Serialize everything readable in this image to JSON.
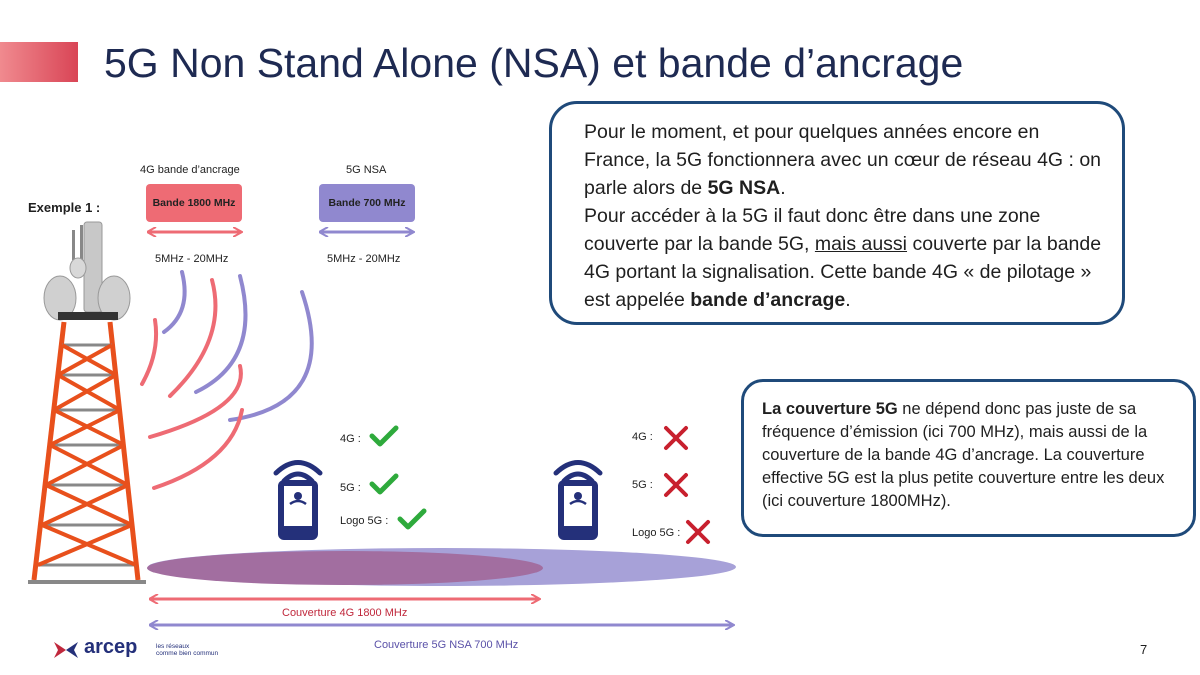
{
  "slide": {
    "title": "5G Non Stand Alone (NSA) et bande d’ancrage",
    "page_number": "7"
  },
  "info_box": {
    "p1": "Pour le moment, et pour quelques années encore en France, la 5G fonctionnera avec un cœur de réseau 4G : on parle alors de ",
    "p1_bold": "5G NSA",
    "p1_end": ".",
    "p2": "Pour accéder à la 5G il faut donc être dans une zone couverte par la bande 5G, ",
    "p2_underline": "mais aussi",
    "p2_mid": " couverte par la bande 4G portant la signalisation. Cette bande 4G « de pilotage » est appelée ",
    "p2_bold": "bande d’ancrage",
    "p2_end": "."
  },
  "coverage_box": {
    "bold": "La couverture 5G",
    "text": " ne dépend donc pas juste de sa fréquence d’émission (ici 700 MHz), mais aussi de la couverture de la bande 4G d’ancrage. La couverture effective 5G est la plus petite couverture entre les deux (ici couverture 1800MHz)."
  },
  "diagram": {
    "example_label": "Exemple 1 :",
    "band_4g": {
      "caption": "4G bande d’ancrage",
      "label": "Bande 1800 MHz",
      "width": "5MHz - 20MHz",
      "color": "#ee6b74"
    },
    "band_5g": {
      "caption": "5G NSA",
      "label": "Bande 700 MHz",
      "width": "5MHz - 20MHz",
      "color": "#9088cf"
    },
    "phone_near": {
      "status_4g": "4G :",
      "status_5g": "5G :",
      "status_logo": "Logo 5G :",
      "icon": "check-icon"
    },
    "phone_far": {
      "status_4g": "4G :",
      "status_5g": "5G :",
      "status_logo": "Logo 5G :",
      "icon": "cross-icon"
    },
    "coverage_4g_label": "Couverture 4G 1800 MHz",
    "coverage_5g_label": "Couverture 5G NSA 700 MHz"
  },
  "branding": {
    "logo_name": "arcep",
    "tagline_1": "les réseaux",
    "tagline_2": "comme bien commun"
  },
  "colors": {
    "accent_red": "#ee6b74",
    "accent_purple": "#9088cf",
    "box_border": "#1f4a7a",
    "title": "#1e2a52",
    "check": "#2eaa3c",
    "cross": "#c8202e"
  }
}
